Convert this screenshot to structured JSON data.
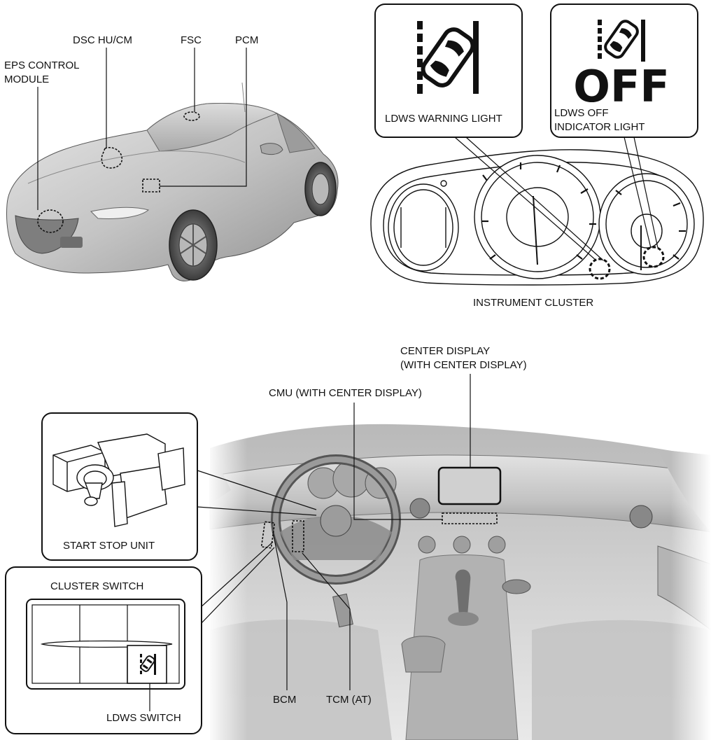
{
  "labels": {
    "dsc_hu_cm": "DSC HU/CM",
    "fsc": "FSC",
    "pcm": "PCM",
    "eps_control_module": "EPS CONTROL\nMODULE",
    "ldws_warning_light": "LDWS WARNING LIGHT",
    "ldws_off_indicator_light": "LDWS OFF\nINDICATOR LIGHT",
    "instrument_cluster": "INSTRUMENT CLUSTER",
    "center_display": "CENTER DISPLAY\n(WITH CENTER DISPLAY)",
    "cmu": "CMU (WITH CENTER DISPLAY)",
    "start_stop_unit": "START STOP UNIT",
    "cluster_switch": "CLUSTER SWITCH",
    "ldws_switch": "LDWS SWITCH",
    "bcm": "BCM",
    "tcm_at": "TCM (AT)"
  },
  "icons": {
    "off_text": "OFF"
  },
  "colors": {
    "line": "#111111",
    "car_body": "#c8c8c8",
    "interior": "#d2d2d2"
  }
}
